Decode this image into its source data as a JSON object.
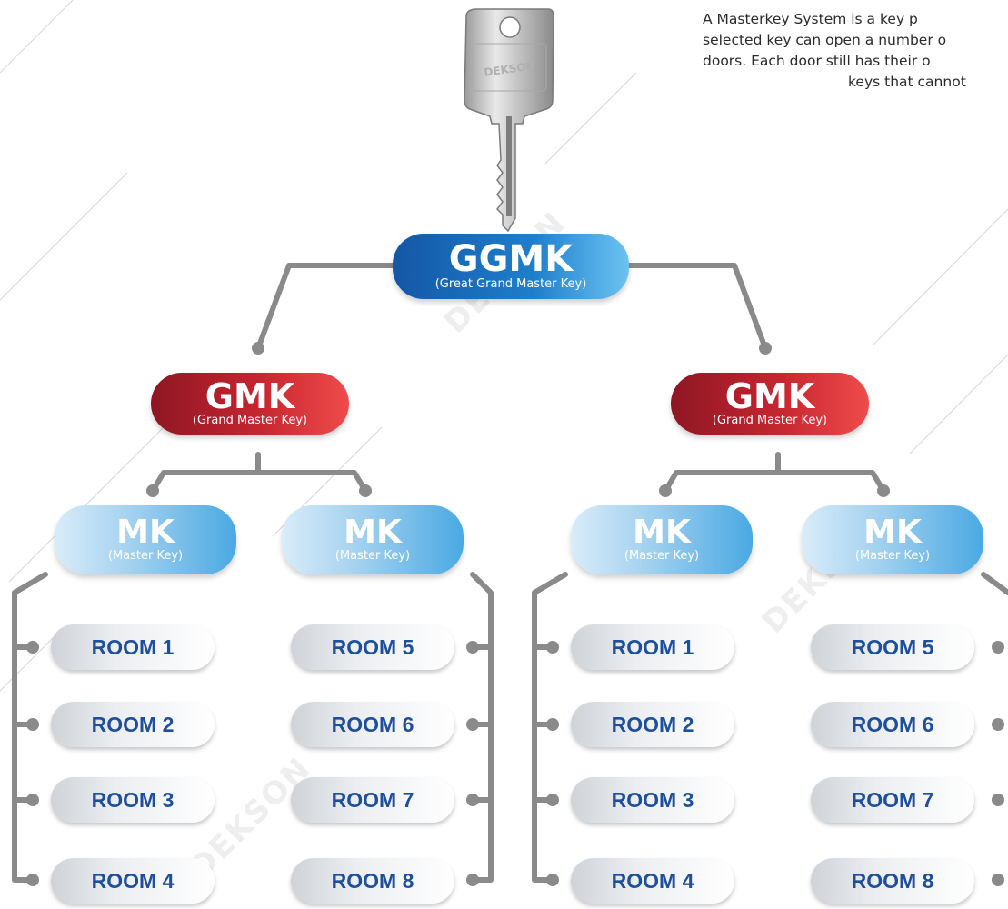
{
  "intro": {
    "line1": "A Masterkey System is a key p",
    "line2": "selected key can open a number o",
    "line3": "doors. Each door still has their o",
    "line4": "keys that cannot"
  },
  "key": {
    "brand": "DEKSON"
  },
  "ggmk": {
    "title": "GGMK",
    "subtitle": "(Great Grand Master Key)"
  },
  "gmk": {
    "title": "GMK",
    "subtitle": "(Grand Master Key)"
  },
  "mk": {
    "title": "MK",
    "subtitle": "(Master Key)"
  },
  "rooms": [
    "ROOM 1",
    "ROOM 2",
    "ROOM 3",
    "ROOM 4",
    "ROOM 5",
    "ROOM 6",
    "ROOM 7",
    "ROOM 8"
  ],
  "watermark": "DEKSON",
  "colors": {
    "ggmk": "#1f7fcc",
    "gmk": "#c6262f",
    "mk": "#9fcfee",
    "room_text": "#1e4f9c",
    "connector": "#8a8a8a"
  }
}
